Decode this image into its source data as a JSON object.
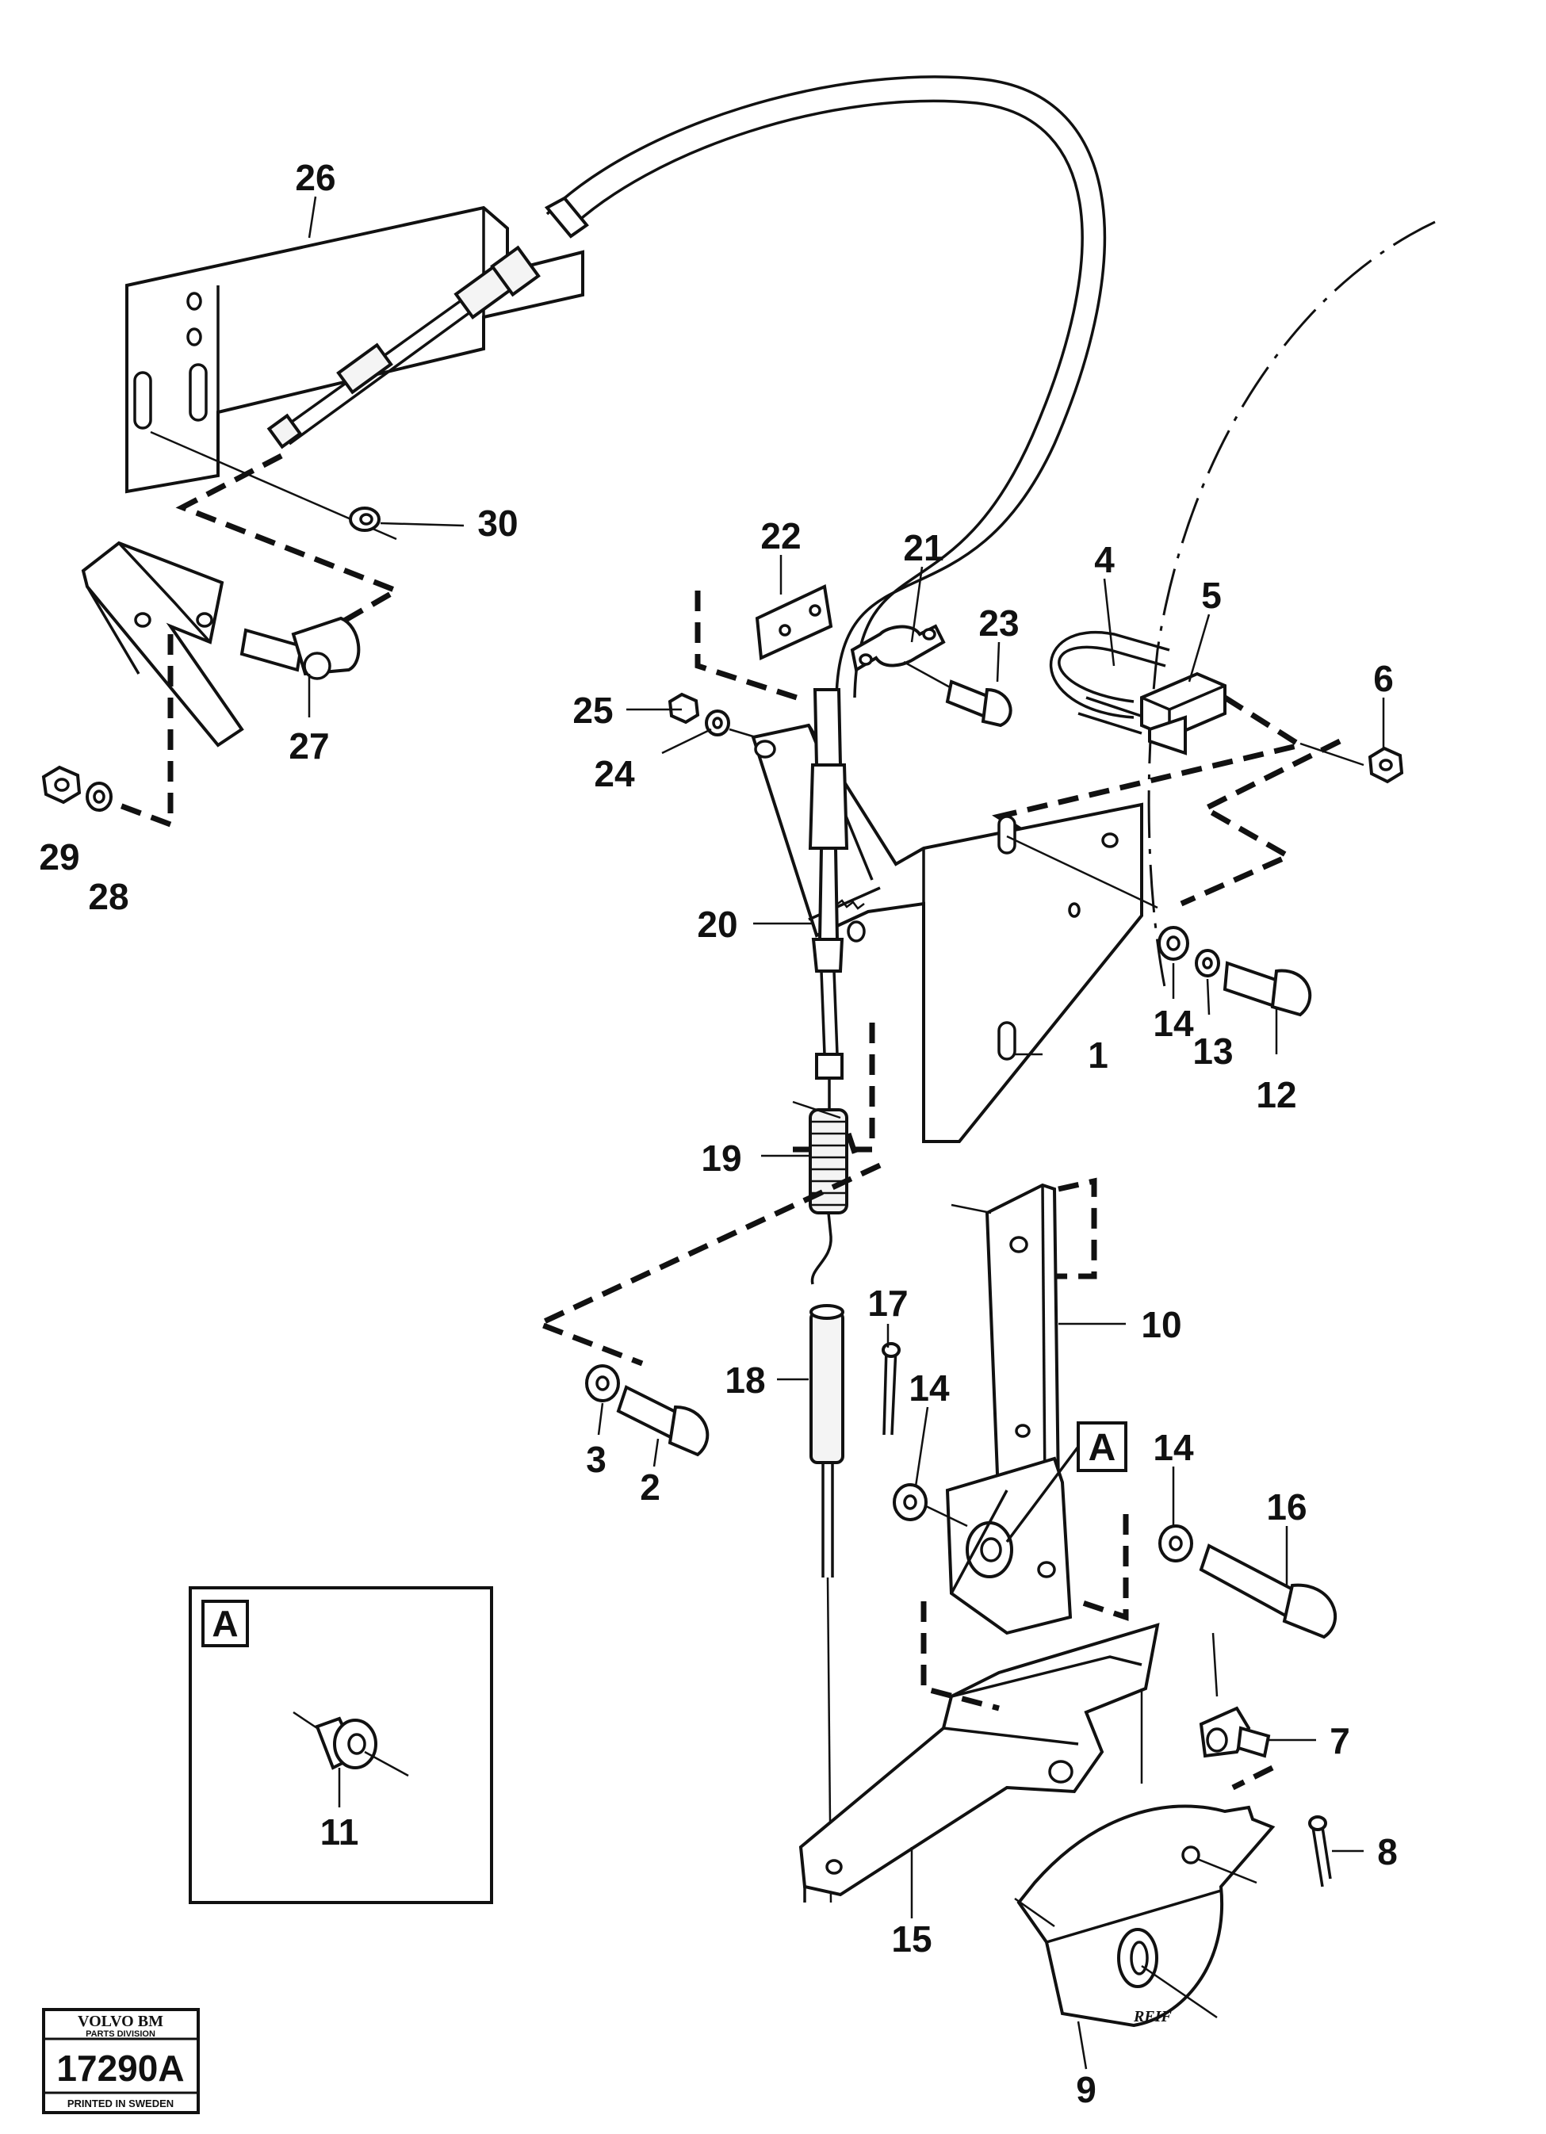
{
  "callouts": [
    {
      "id": "26",
      "text": "26"
    },
    {
      "id": "30",
      "text": "30"
    },
    {
      "id": "27",
      "text": "27"
    },
    {
      "id": "29",
      "text": "29"
    },
    {
      "id": "28",
      "text": "28"
    },
    {
      "id": "22",
      "text": "22"
    },
    {
      "id": "21",
      "text": "21"
    },
    {
      "id": "23",
      "text": "23"
    },
    {
      "id": "25",
      "text": "25"
    },
    {
      "id": "24",
      "text": "24"
    },
    {
      "id": "4",
      "text": "4"
    },
    {
      "id": "5",
      "text": "5"
    },
    {
      "id": "6",
      "text": "6"
    },
    {
      "id": "20",
      "text": "20"
    },
    {
      "id": "1",
      "text": "1"
    },
    {
      "id": "14a",
      "text": "14"
    },
    {
      "id": "13",
      "text": "13"
    },
    {
      "id": "12",
      "text": "12"
    },
    {
      "id": "19",
      "text": "19"
    },
    {
      "id": "10",
      "text": "10"
    },
    {
      "id": "17",
      "text": "17"
    },
    {
      "id": "18",
      "text": "18"
    },
    {
      "id": "14b",
      "text": "14"
    },
    {
      "id": "14c",
      "text": "14"
    },
    {
      "id": "16",
      "text": "16"
    },
    {
      "id": "3",
      "text": "3"
    },
    {
      "id": "2",
      "text": "2"
    },
    {
      "id": "7",
      "text": "7"
    },
    {
      "id": "8",
      "text": "8"
    },
    {
      "id": "11",
      "text": "11"
    },
    {
      "id": "15",
      "text": "15"
    },
    {
      "id": "9",
      "text": "9"
    }
  ],
  "detail_marker": "A",
  "inset_label": "A",
  "stamp": {
    "brand": "VOLVO BM",
    "division": "PARTS DIVISION",
    "drawing_no": "17290A",
    "printed": "PRINTED IN SWEDEN"
  },
  "part_marking": "REIF"
}
